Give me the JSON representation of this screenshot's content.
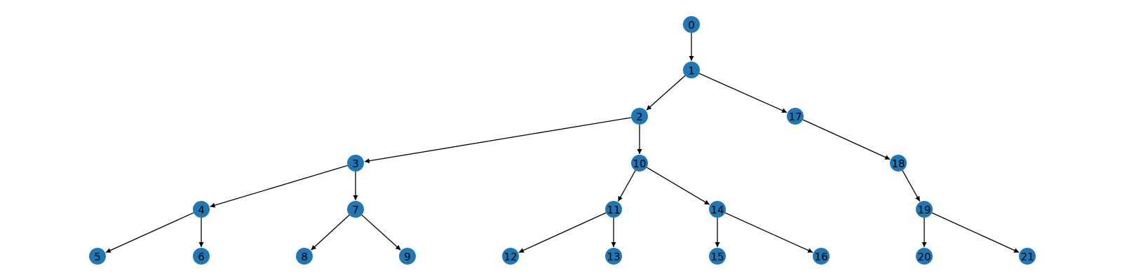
{
  "colors": {
    "node": "#1f77b4",
    "edge": "#000000",
    "label": "#000000"
  },
  "nodes": [
    {
      "id": "0",
      "label": "0"
    },
    {
      "id": "1",
      "label": "1"
    },
    {
      "id": "2",
      "label": "2"
    },
    {
      "id": "3",
      "label": "3"
    },
    {
      "id": "4",
      "label": "4"
    },
    {
      "id": "5",
      "label": "5"
    },
    {
      "id": "6",
      "label": "6"
    },
    {
      "id": "7",
      "label": "7"
    },
    {
      "id": "8",
      "label": "8"
    },
    {
      "id": "9",
      "label": "9"
    },
    {
      "id": "10",
      "label": "10"
    },
    {
      "id": "11",
      "label": "11"
    },
    {
      "id": "12",
      "label": "12"
    },
    {
      "id": "13",
      "label": "13"
    },
    {
      "id": "14",
      "label": "14"
    },
    {
      "id": "15",
      "label": "15"
    },
    {
      "id": "16",
      "label": "16"
    },
    {
      "id": "17",
      "label": "17"
    },
    {
      "id": "18",
      "label": "18"
    },
    {
      "id": "19",
      "label": "19"
    },
    {
      "id": "20",
      "label": "20"
    },
    {
      "id": "21",
      "label": "21"
    }
  ],
  "edges": [
    {
      "from": "0",
      "to": "1"
    },
    {
      "from": "1",
      "to": "2"
    },
    {
      "from": "1",
      "to": "17"
    },
    {
      "from": "2",
      "to": "3"
    },
    {
      "from": "2",
      "to": "10"
    },
    {
      "from": "3",
      "to": "4"
    },
    {
      "from": "3",
      "to": "7"
    },
    {
      "from": "4",
      "to": "5"
    },
    {
      "from": "4",
      "to": "6"
    },
    {
      "from": "7",
      "to": "8"
    },
    {
      "from": "7",
      "to": "9"
    },
    {
      "from": "10",
      "to": "11"
    },
    {
      "from": "10",
      "to": "14"
    },
    {
      "from": "11",
      "to": "12"
    },
    {
      "from": "11",
      "to": "13"
    },
    {
      "from": "14",
      "to": "15"
    },
    {
      "from": "14",
      "to": "16"
    },
    {
      "from": "17",
      "to": "18"
    },
    {
      "from": "18",
      "to": "19"
    },
    {
      "from": "19",
      "to": "20"
    },
    {
      "from": "19",
      "to": "21"
    }
  ]
}
